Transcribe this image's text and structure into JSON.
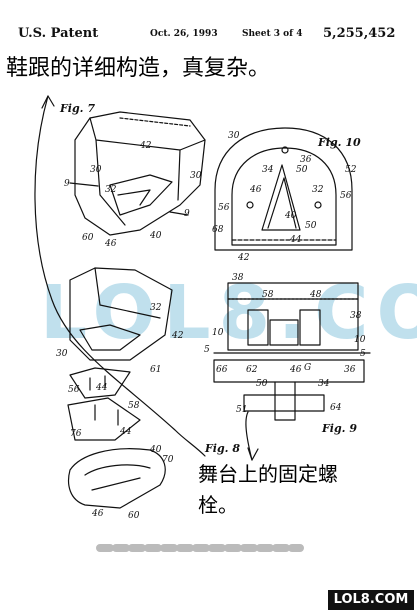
{
  "header": {
    "patent": "U.S. Patent",
    "date": "Oct. 26, 1993",
    "sheet": "Sheet 3 of 4",
    "number": "5,255,452"
  },
  "captions": {
    "top": "鞋跟的详细构造，真复杂。",
    "bottom_line1": "舞台上的固定螺",
    "bottom_line2": "栓。"
  },
  "figures": {
    "fig7": "Fig. 7",
    "fig8": "Fig. 8",
    "fig9": "Fig. 9",
    "fig10": "Fig. 10"
  },
  "watermark": "LOL8.COM",
  "logo": "LOL8.COM",
  "refs": {
    "fig7": [
      "42",
      "30",
      "32",
      "30",
      "40",
      "60",
      "46",
      "9",
      "9"
    ],
    "fig10": [
      "30",
      "36",
      "34",
      "50",
      "52",
      "56",
      "46",
      "32",
      "56",
      "40",
      "68",
      "44",
      "42",
      "50"
    ],
    "fig9": [
      "38",
      "58",
      "48",
      "38",
      "10",
      "10",
      "5",
      "5",
      "66",
      "62",
      "46",
      "G",
      "36",
      "50",
      "34",
      "51",
      "64"
    ],
    "fig8": [
      "32",
      "42",
      "30",
      "61",
      "56",
      "44",
      "58",
      "76",
      "44",
      "70",
      "40",
      "46",
      "60"
    ]
  }
}
